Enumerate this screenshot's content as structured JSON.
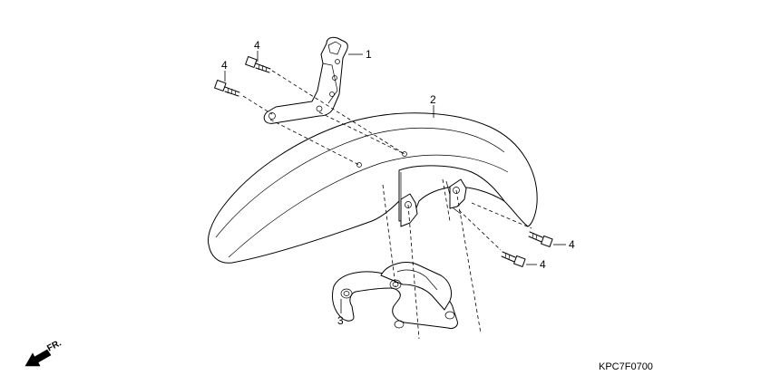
{
  "callouts": {
    "bracket": "1",
    "fender": "2",
    "stay": "3",
    "bolt": "4"
  },
  "direction": {
    "label": "FR.",
    "icon": "front-arrow-icon"
  },
  "diagram_code": "KPC7F0700"
}
